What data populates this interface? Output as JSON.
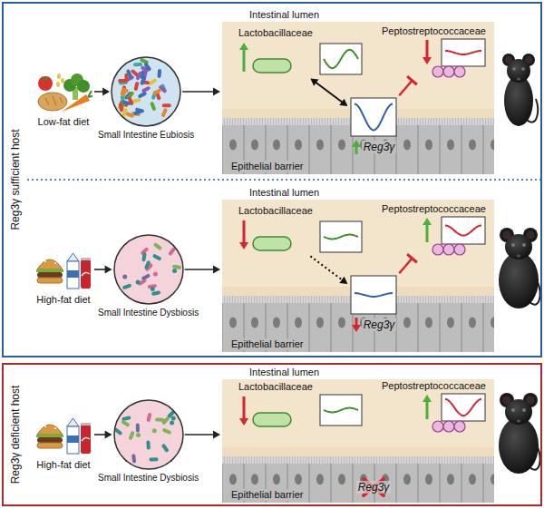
{
  "diagram": {
    "nodes": [
      {
        "text": [
          "Reg3γ sufficient host"
        ]
      },
      {
        "text": [
          "Low-fat diet"
        ],
        "in": 0
      },
      {
        "text": [
          "Small Intestine Eubiosis"
        ],
        "in": 0
      },
      {
        "text": [
          "Intestinal lumen",
          "Epithelial barrier"
        ],
        "in": 0
      },
      {
        "text": [
          "Lactobacillaceae"
        ],
        "in": 3
      },
      {
        "text": [
          "Peptostreptococcaceae"
        ],
        "in": 3
      },
      {
        "text": [
          "Reg3γ"
        ],
        "in": 3
      },
      {
        "text": [
          "High-fat diet"
        ],
        "in": 0
      },
      {
        "text": [
          "Small Intestine Dysbiosis"
        ],
        "in": 0
      },
      {
        "text": [
          "Intestinal lumen",
          "Epithelial barrier"
        ],
        "in": 0
      },
      {
        "text": [
          "Lactobacillaceae"
        ],
        "in": 9
      },
      {
        "text": [
          "Peptostreptococcaceae"
        ],
        "in": 9
      },
      {
        "text": [
          "Reg3γ"
        ],
        "in": 9
      },
      {
        "text": [
          "Reg3γ deficient host"
        ]
      },
      {
        "text": [
          "High-fat diet"
        ],
        "in": 13
      },
      {
        "text": [
          "Small Intestine Dysbiosis"
        ],
        "in": 13
      },
      {
        "text": [
          "Intestinal lumen",
          "Epithelial barrier"
        ],
        "in": 13
      },
      {
        "text": [
          "Lactobacillaceae"
        ],
        "in": 16
      },
      {
        "text": [
          "Peptostreptococcaceae"
        ],
        "in": 16
      },
      {
        "text": [
          "Reg3γ"
        ],
        "in": 16
      }
    ],
    "edges": [
      {
        "from": 1,
        "to": 2,
        "arrow": "to"
      },
      {
        "from": 2,
        "to": 3,
        "arrow": "to"
      },
      {
        "from": 4,
        "to": 6,
        "arrow": "both"
      },
      {
        "from": 6,
        "to": 5,
        "arrow": "to"
      },
      {
        "from": 7,
        "to": 8,
        "arrow": "to"
      },
      {
        "from": 8,
        "to": 9,
        "arrow": "to"
      },
      {
        "from": 10,
        "to": 12,
        "arrow": "to"
      },
      {
        "from": 12,
        "to": 11,
        "arrow": "to"
      },
      {
        "from": 14,
        "to": 15,
        "arrow": "to"
      },
      {
        "from": 15,
        "to": 16,
        "arrow": "to"
      }
    ]
  }
}
